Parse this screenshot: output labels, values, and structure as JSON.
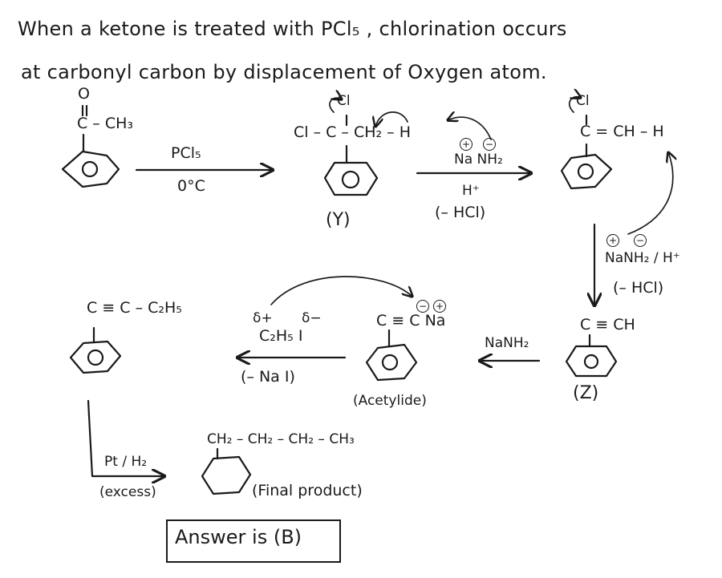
{
  "intro": {
    "line1": "When a ketone is treated with PCl₅ , chlorination occurs",
    "line2": "at carbonyl carbon by displacement of Oxygen atom."
  },
  "start": {
    "oxygen": "O",
    "carbon_chain": "C – CH₃"
  },
  "step1": {
    "reagent": "PCl₅",
    "condition": "0°C"
  },
  "Y": {
    "top_cl": "Cl",
    "chain": "Cl – C – CH₂ – H",
    "label": "(Y)"
  },
  "step2": {
    "charge_plus": "+",
    "charge_minus": "−",
    "reagent": "Na NH₂",
    "acid": "H⁺",
    "loss": "(– HCl)"
  },
  "vinyl": {
    "top_cl": "Cl",
    "chain": "C = CH – H"
  },
  "step3": {
    "charge_plus": "+",
    "charge_minus": "−",
    "reagent": "NaNH₂ / H⁺",
    "loss": "(– HCl)"
  },
  "Z": {
    "formula": "C ≡ CH",
    "label": "(Z)"
  },
  "step4": {
    "reagent": "NaNH₂"
  },
  "acetylide": {
    "charge_minus": "−",
    "charge_plus": "+",
    "formula": "C ≡ C Na",
    "label": "(Acetylide)"
  },
  "step5": {
    "delta_plus": "δ+",
    "delta_minus": "δ−",
    "reagent": "C₂H₅ I",
    "loss": "(– Na I)"
  },
  "alkyne_product": {
    "formula": "C ≡ C – C₂H₅"
  },
  "step6": {
    "reagent": "Pt / H₂",
    "condition": "(excess)"
  },
  "final": {
    "chain": "CH₂ – CH₂ – CH₂ – CH₃",
    "label": "(Final product)"
  },
  "answer": {
    "text": "Answer is (B)"
  }
}
